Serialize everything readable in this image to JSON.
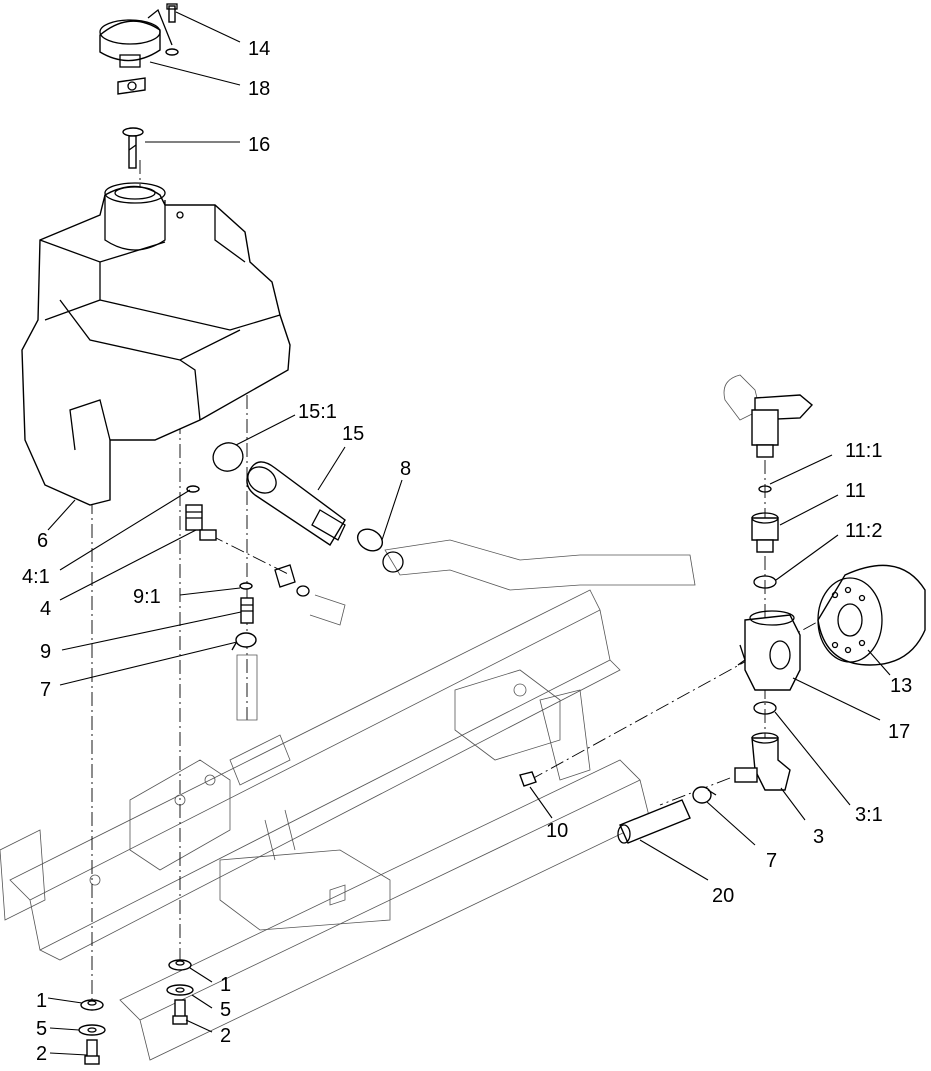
{
  "callouts": {
    "c14": "14",
    "c18": "18",
    "c16": "16",
    "c15_1": "15:1",
    "c15": "15",
    "c8": "8",
    "c6": "6",
    "c4_1": "4:1",
    "c4": "4",
    "c9_1": "9:1",
    "c9": "9",
    "c7a": "7",
    "c11_1": "11:1",
    "c11": "11",
    "c11_2": "11:2",
    "c13": "13",
    "c17": "17",
    "c3_1": "3:1",
    "c3": "3",
    "c7b": "7",
    "c10": "10",
    "c20": "20",
    "c1a": "1",
    "c5a": "5",
    "c2a": "2",
    "c1b": "1",
    "c5b": "5",
    "c2b": "2"
  }
}
